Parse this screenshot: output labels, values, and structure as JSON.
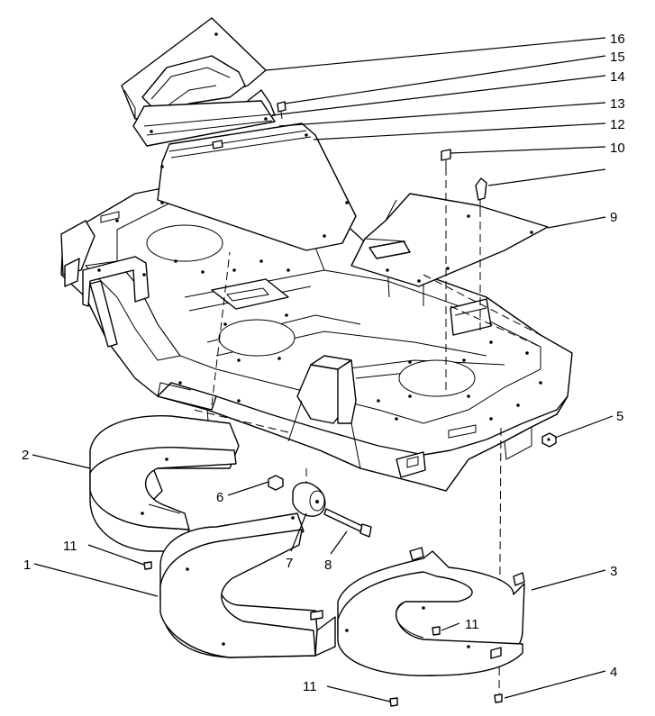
{
  "callouts": [
    {
      "id": "1",
      "text": "1"
    },
    {
      "id": "2",
      "text": "2"
    },
    {
      "id": "3",
      "text": "3"
    },
    {
      "id": "4",
      "text": "4"
    },
    {
      "id": "5",
      "text": "5"
    },
    {
      "id": "6",
      "text": "6"
    },
    {
      "id": "7",
      "text": "7"
    },
    {
      "id": "8",
      "text": "8"
    },
    {
      "id": "9",
      "text": "9"
    },
    {
      "id": "10",
      "text": "10"
    },
    {
      "id": "11a",
      "text": "11"
    },
    {
      "id": "11b",
      "text": "11"
    },
    {
      "id": "11c",
      "text": "11"
    },
    {
      "id": "12",
      "text": "12"
    },
    {
      "id": "13",
      "text": "13"
    },
    {
      "id": "14",
      "text": "14"
    },
    {
      "id": "15",
      "text": "15"
    },
    {
      "id": "16",
      "text": "16"
    }
  ]
}
